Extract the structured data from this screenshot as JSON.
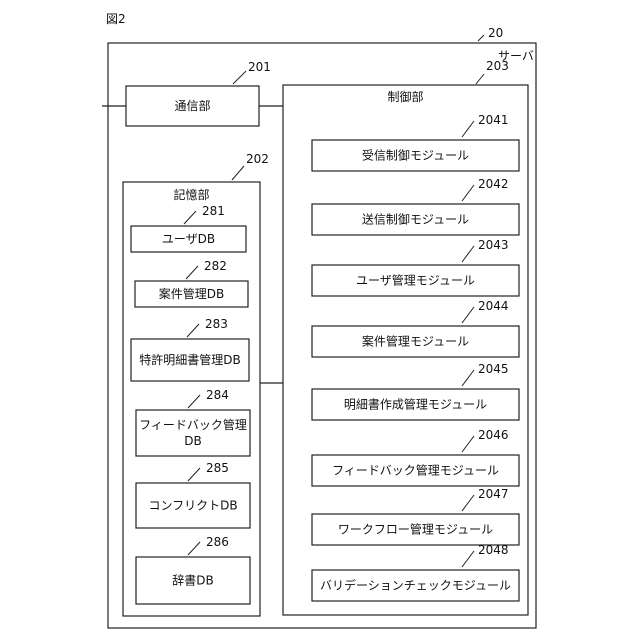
{
  "figure_label": "図2",
  "server": {
    "ref": "20",
    "label": "サーバ"
  },
  "comm": {
    "ref": "201",
    "label": "通信部"
  },
  "storage": {
    "ref": "202",
    "label": "記憶部",
    "dbs": [
      {
        "ref": "281",
        "lines": [
          "ユーザDB"
        ]
      },
      {
        "ref": "282",
        "lines": [
          "案件管理DB"
        ]
      },
      {
        "ref": "283",
        "lines": [
          "特許明細書管理DB"
        ]
      },
      {
        "ref": "284",
        "lines": [
          "フィードバック管理",
          "DB"
        ]
      },
      {
        "ref": "285",
        "lines": [
          "コンフリクトDB"
        ]
      },
      {
        "ref": "286",
        "lines": [
          "辞書DB"
        ]
      }
    ]
  },
  "control": {
    "ref": "203",
    "label": "制御部",
    "modules": [
      {
        "ref": "2041",
        "label": "受信制御モジュール"
      },
      {
        "ref": "2042",
        "label": "送信制御モジュール"
      },
      {
        "ref": "2043",
        "label": "ユーザ管理モジュール"
      },
      {
        "ref": "2044",
        "label": "案件管理モジュール"
      },
      {
        "ref": "2045",
        "label": "明細書作成管理モジュール"
      },
      {
        "ref": "2046",
        "label": "フィードバック管理モジュール"
      },
      {
        "ref": "2047",
        "label": "ワークフロー管理モジュール"
      },
      {
        "ref": "2048",
        "label": "バリデーションチェックモジュール"
      }
    ]
  }
}
